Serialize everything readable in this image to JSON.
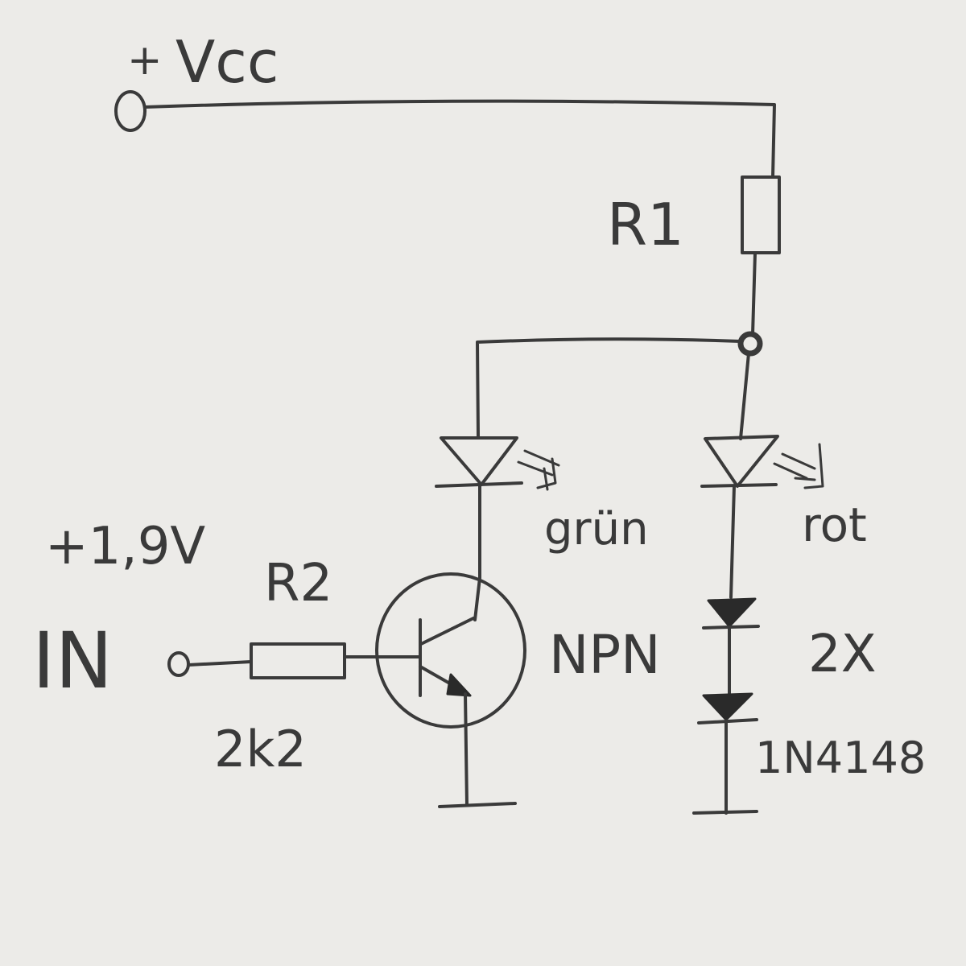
{
  "diagram": {
    "labels": {
      "vcc_plus": "+",
      "vcc": "Vcc",
      "r1": "R1",
      "green_led": "grün",
      "red_led": "rot",
      "input_voltage": "+1,9V",
      "input": "IN",
      "r2": "R2",
      "r2_value": "2k2",
      "transistor": "NPN",
      "diode_count": "2X",
      "diode_type": "1N4148"
    },
    "colors": {
      "paper": "#ecebe8",
      "ink": "#3a3a3a"
    }
  }
}
